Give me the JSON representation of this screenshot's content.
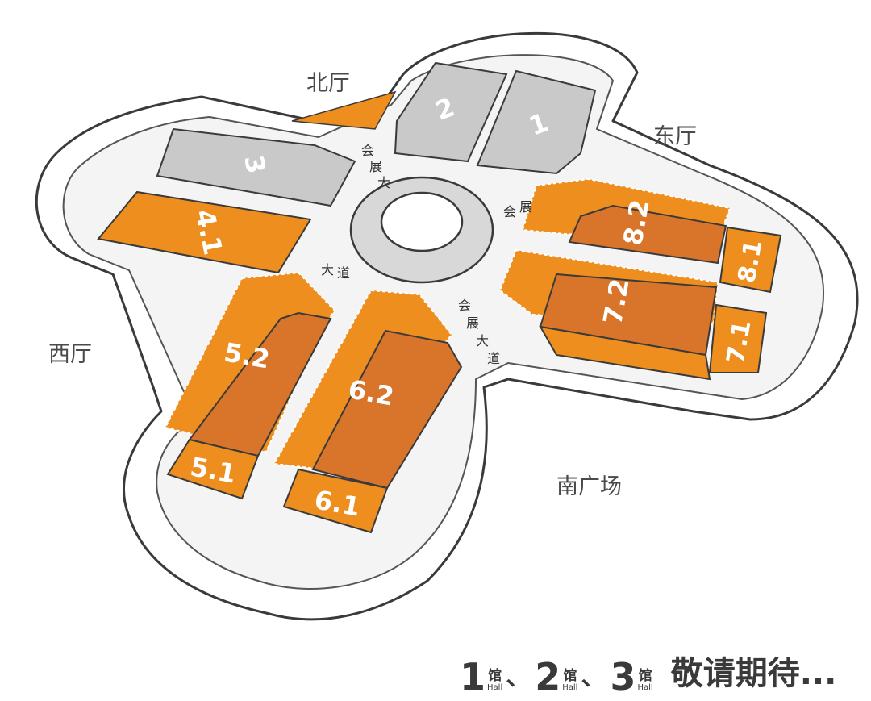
{
  "map": {
    "colors": {
      "orange": "#EE8E1E",
      "dark_orange": "#D9752A",
      "grey_hall": "#C9C9C9",
      "outline": "#3a3a3a",
      "ground": "#FFFFFF"
    },
    "entrances": {
      "north": "北厅",
      "east": "东厅",
      "west": "西厅",
      "south": "南广场"
    },
    "halls": {
      "h1": "1",
      "h2": "2",
      "h3": "3",
      "h41": "4.1",
      "h51": "5.1",
      "h52": "5.2",
      "h61": "6.1",
      "h62": "6.2",
      "h71": "7.1",
      "h72": "7.2",
      "h81": "8.1",
      "h82": "8.2"
    },
    "roads": {
      "north": [
        "会",
        "展",
        "大"
      ],
      "east": [
        "会",
        "展"
      ],
      "west": [
        "大",
        "道"
      ],
      "south": [
        "会",
        "展",
        "大",
        "道"
      ]
    }
  },
  "footer": {
    "items": [
      {
        "num": "1",
        "guan": "馆",
        "hall": "Hall"
      },
      {
        "num": "2",
        "guan": "馆",
        "hall": "Hall"
      },
      {
        "num": "3",
        "guan": "馆",
        "hall": "Hall"
      }
    ],
    "separator": "、",
    "tagline": "敬请期待..."
  }
}
